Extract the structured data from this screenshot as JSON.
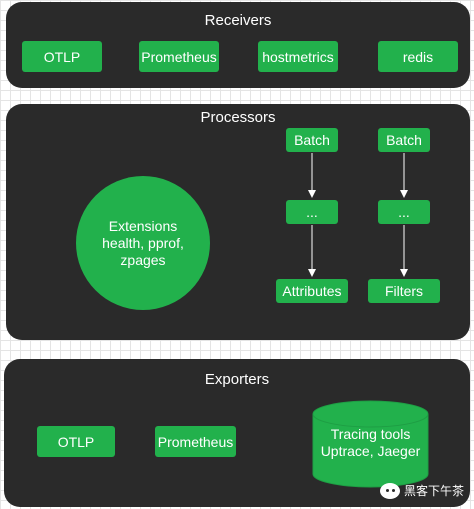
{
  "receivers": {
    "title": "Receivers",
    "items": [
      "OTLP",
      "Prometheus",
      "hostmetrics",
      "redis"
    ]
  },
  "processors": {
    "title": "Processors",
    "extensions": [
      "Extensions",
      "health, pprof,",
      "zpages"
    ],
    "pipeline_left": [
      "Batch",
      "...",
      "Attributes"
    ],
    "pipeline_right": [
      "Batch",
      "...",
      "Filters"
    ]
  },
  "exporters": {
    "title": "Exporters",
    "items": [
      "OTLP",
      "Prometheus"
    ],
    "tracing": [
      "Tracing tools",
      "Uptrace, Jaeger"
    ]
  },
  "watermark": "黑客下午茶",
  "colors": {
    "panel": "#2a2a2a",
    "component": "#22b14c",
    "text": "#ffffff"
  }
}
